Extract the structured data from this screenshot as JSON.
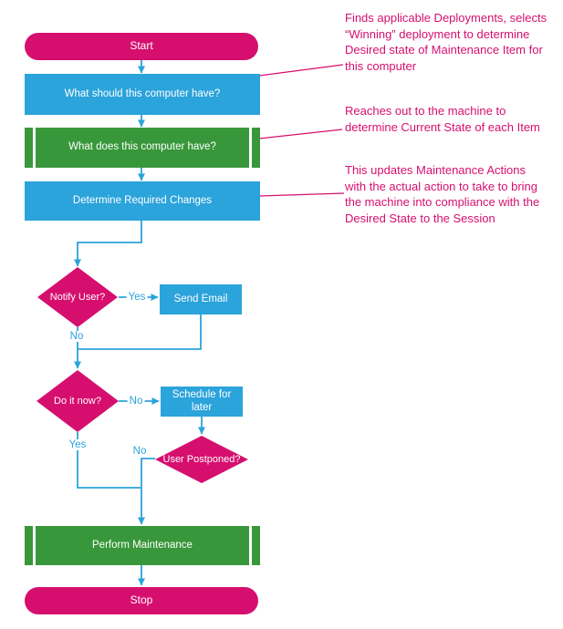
{
  "colors": {
    "pink": "#D60F6F",
    "blue": "#2BA3DB",
    "green": "#38973A",
    "canvas": "#FFFFFF"
  },
  "nodes": {
    "start": {
      "label": "Start",
      "type": "terminator"
    },
    "desired": {
      "label": "What should this computer have?",
      "type": "process"
    },
    "current": {
      "label": "What does this computer have?",
      "type": "predefined-process"
    },
    "changes": {
      "label": "Determine Required Changes",
      "type": "process"
    },
    "notify": {
      "label": "Notify User?",
      "type": "decision"
    },
    "email": {
      "label": "Send Email",
      "type": "process"
    },
    "now": {
      "label": "Do it now?",
      "type": "decision"
    },
    "schedule": {
      "label": "Schedule for later",
      "type": "process"
    },
    "postponed": {
      "label": "User Postponed?",
      "type": "decision"
    },
    "perform": {
      "label": "Perform Maintenance",
      "type": "predefined-process"
    },
    "stop": {
      "label": "Stop",
      "type": "terminator"
    }
  },
  "edge_labels": {
    "notify_yes": "Yes",
    "notify_no": "No",
    "now_no": "No",
    "now_yes": "Yes",
    "postponed_no": "No"
  },
  "annotations": [
    {
      "lines": [
        "Finds applicable Deployments, selects",
        "“Winning” deployment to determine",
        "Desired state of Maintenance Item for",
        "this computer"
      ]
    },
    {
      "lines": [
        "Reaches out to the machine to",
        "determine Current State of each Item"
      ]
    },
    {
      "lines": [
        "This updates Maintenance Actions",
        "with the actual action to take to bring",
        "the machine into compliance with the",
        "Desired State to the Session"
      ]
    }
  ]
}
